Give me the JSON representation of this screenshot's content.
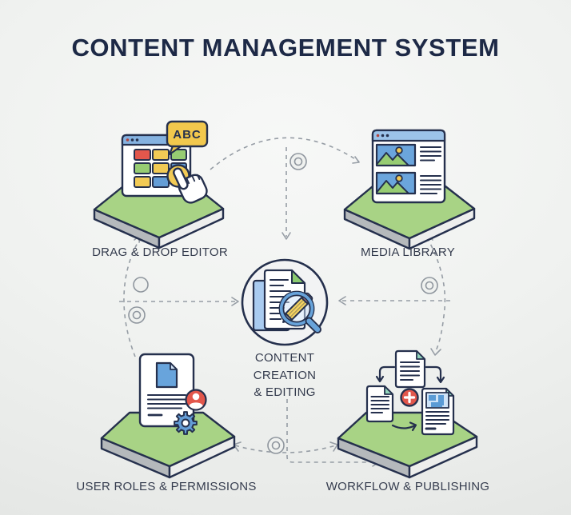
{
  "title": "CONTENT MANAGEMENT SYSTEM",
  "nodes": {
    "drag_drop_editor": {
      "label": "DRAG & DROP EDITOR",
      "bubble_text": "ABC"
    },
    "media_library": {
      "label": "MEDIA LIBRARY"
    },
    "content_creation": {
      "lines": [
        "CONTENT",
        "CREATION",
        "& EDITING"
      ]
    },
    "user_roles": {
      "label": "USER ROLES & PERMISSIONS"
    },
    "workflow": {
      "label": "WORKFLOW & PUBLISHING"
    }
  },
  "colors": {
    "background": "#eef0ee",
    "title_text": "#1d2946",
    "label_text": "#353c4e",
    "outline_navy": "#25304d",
    "hexagon_green": "#a8d385",
    "hexagon_side_left": "#b5b9bc",
    "hexagon_side_right": "#edeeed",
    "titlebar_blue": "#85b2e0",
    "accent_blue": "#68a3da",
    "accent_red": "#e2574c",
    "accent_yellow": "#f2ca55",
    "block_green": "#97cc72",
    "teal_fold": "#93d6bc",
    "back_doc_blue": "#a9cbf0",
    "connector_gray": "#969da5"
  }
}
